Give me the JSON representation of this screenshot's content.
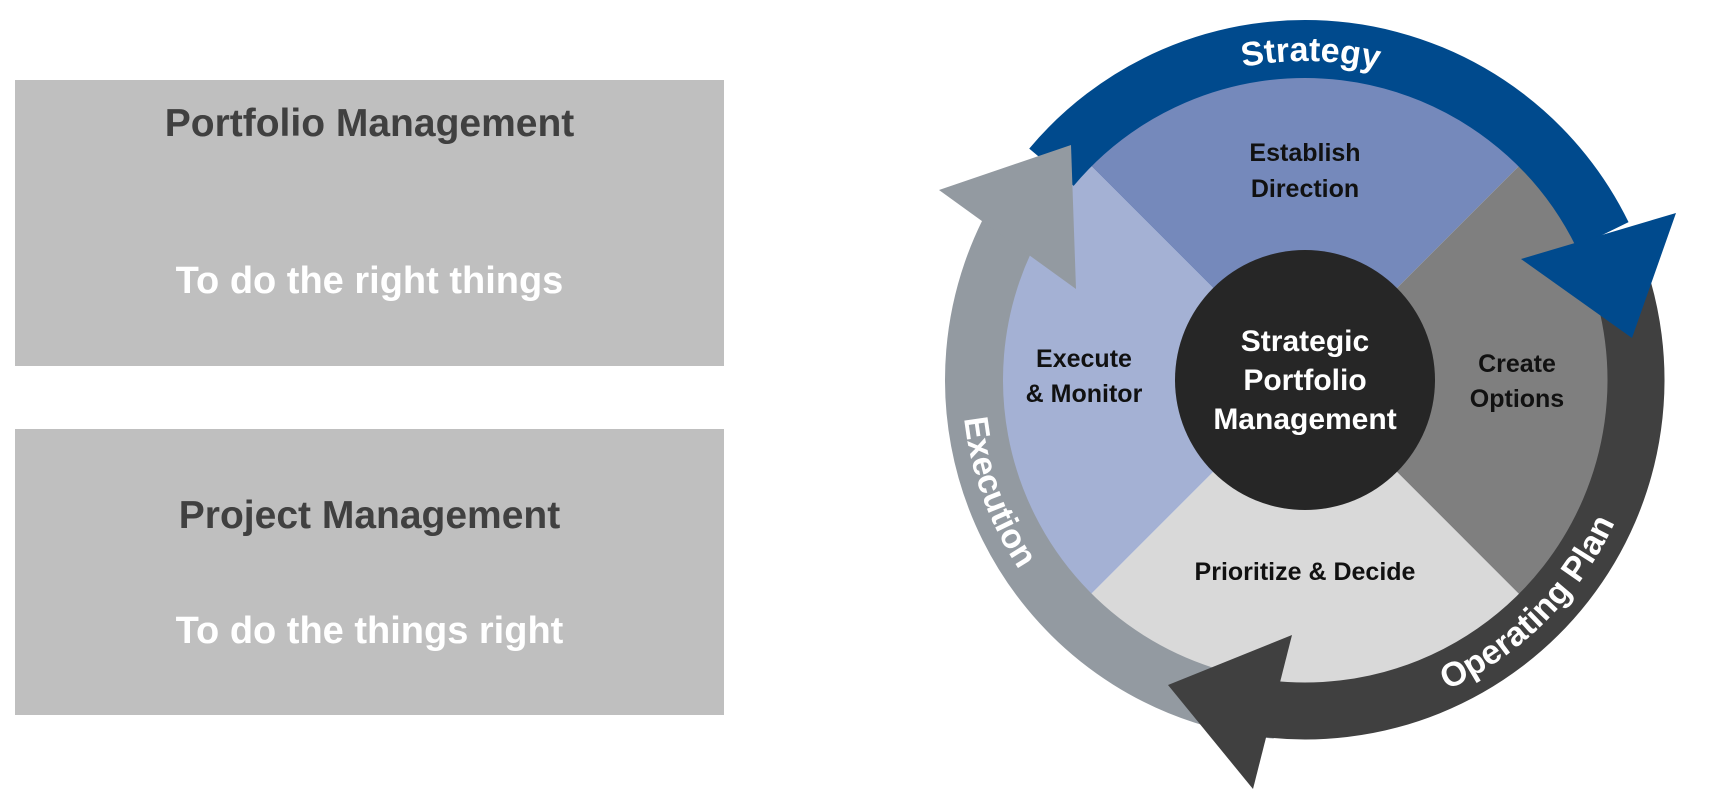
{
  "boxes": [
    {
      "title": "Portfolio Management",
      "subtitle": "To do the right things"
    },
    {
      "title": "Project Management",
      "subtitle": "To do the things right"
    }
  ],
  "cycle": {
    "center": [
      "Strategic",
      "Portfolio",
      "Management"
    ],
    "quadrants": {
      "top": [
        "Establish",
        "Direction"
      ],
      "right": [
        "Create",
        "Options"
      ],
      "bottom": [
        "Prioritize & Decide"
      ],
      "left": [
        "Execute",
        "& Monitor"
      ]
    },
    "ring": {
      "strategy": "Strategy",
      "operating_plan": "Operating Plan",
      "execution": "Execution"
    }
  },
  "colors": {
    "box": "#bfbfbf",
    "quad_top": "#7589bb",
    "quad_left": "#a4b1d4",
    "quad_right": "#7f7f7f",
    "quad_bottom": "#d9d9d9",
    "center": "#262626",
    "strategy": "#004a8d",
    "operating_plan": "#404040",
    "execution": "#939aa1"
  }
}
